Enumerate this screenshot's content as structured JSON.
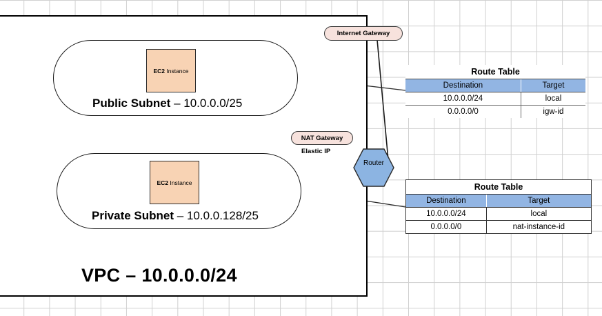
{
  "vpc": {
    "label_bold": "VPC – 10.0.0.0/24",
    "border_color": "#000000"
  },
  "subnets": [
    {
      "name": "public-subnet",
      "title": "Public Subnet ",
      "cidr": "– 10.0.0.0/25",
      "instance": {
        "bold": "EC2 ",
        "rest": "Instance"
      }
    },
    {
      "name": "private-subnet",
      "title": "Private Subnet ",
      "cidr": "– 10.0.0.128/25",
      "instance": {
        "bold": "EC2 ",
        "rest": "Instance"
      }
    }
  ],
  "gateways": {
    "internet_gateway": "Internet Gateway",
    "nat_gateway": "NAT Gateway",
    "elastic_ip": "Elastic IP",
    "router": "Router"
  },
  "route_tables": [
    {
      "id": "route-table-1",
      "title": "Route Table",
      "headers": [
        "Destination",
        "Target"
      ],
      "rows": [
        [
          "10.0.0.0/24",
          "local"
        ],
        [
          "0.0.0.0/0",
          "igw-id"
        ]
      ]
    },
    {
      "id": "route-table-2",
      "title": "Route Table",
      "headers": [
        "Destination",
        "Target"
      ],
      "rows": [
        [
          "10.0.0.0/24",
          "local"
        ],
        [
          "0.0.0.0/0",
          "nat-instance-id"
        ]
      ]
    }
  ],
  "colors": {
    "ec2_fill": "#f8d3b4",
    "gateway_fill": "#f7e2dd",
    "router_fill": "#8cb4e2",
    "table_header_fill": "#92b5e3",
    "grid_line": "#d0d0d0"
  }
}
